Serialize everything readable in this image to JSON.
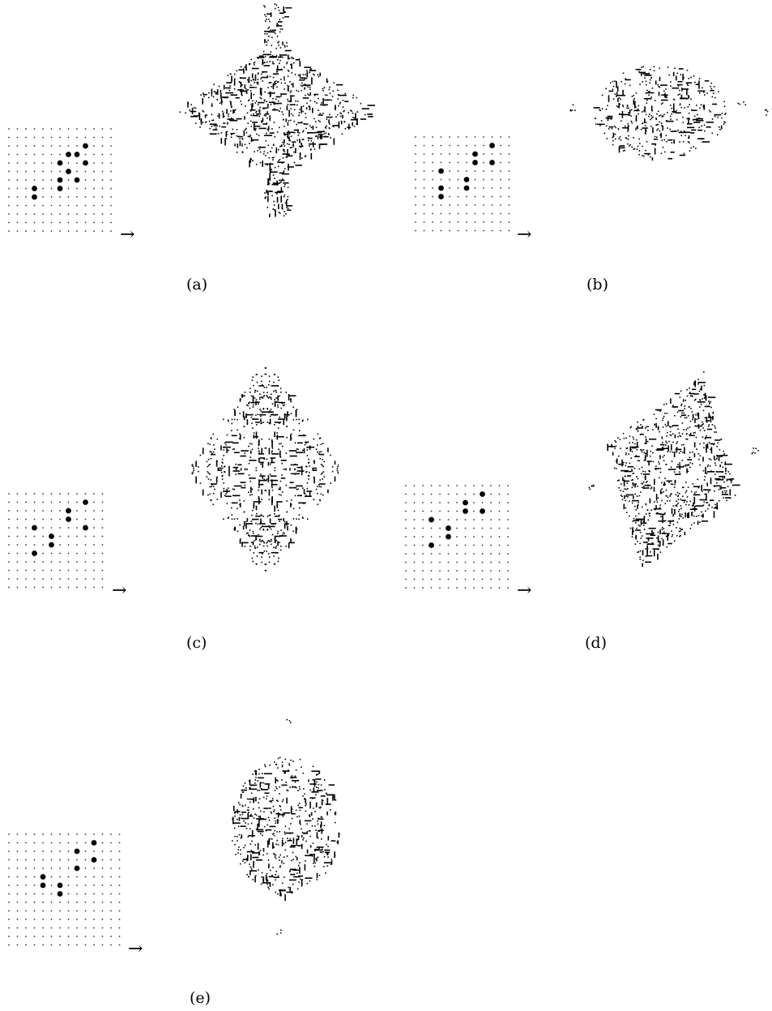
{
  "panels": [
    {
      "id": "a",
      "caption": "(a)",
      "arrow": "→",
      "seed": [
        [
          9,
          2
        ],
        [
          8,
          3
        ],
        [
          7,
          3
        ],
        [
          6,
          4
        ],
        [
          9,
          4
        ],
        [
          7,
          5
        ],
        [
          6,
          6
        ],
        [
          8,
          6
        ],
        [
          3,
          7
        ],
        [
          6,
          7
        ],
        [
          3,
          8
        ]
      ]
    },
    {
      "id": "b",
      "caption": "(b)",
      "arrow": "→",
      "seed": [
        [
          9,
          1
        ],
        [
          7,
          2
        ],
        [
          7,
          3
        ],
        [
          9,
          3
        ],
        [
          3,
          4
        ],
        [
          6,
          5
        ],
        [
          3,
          6
        ],
        [
          6,
          6
        ],
        [
          3,
          7
        ]
      ]
    },
    {
      "id": "c",
      "caption": "(c)",
      "arrow": "→",
      "seed": [
        [
          9,
          1
        ],
        [
          7,
          2
        ],
        [
          7,
          3
        ],
        [
          3,
          4
        ],
        [
          9,
          4
        ],
        [
          5,
          5
        ],
        [
          5,
          6
        ],
        [
          3,
          7
        ]
      ]
    },
    {
      "id": "d",
      "caption": "(d)",
      "arrow": "→",
      "seed": [
        [
          9,
          1
        ],
        [
          7,
          2
        ],
        [
          7,
          3
        ],
        [
          9,
          3
        ],
        [
          3,
          4
        ],
        [
          5,
          5
        ],
        [
          5,
          6
        ],
        [
          3,
          7
        ]
      ]
    },
    {
      "id": "e",
      "caption": "(e)",
      "arrow": "→",
      "seed": [
        [
          10,
          1
        ],
        [
          8,
          2
        ],
        [
          10,
          3
        ],
        [
          8,
          4
        ],
        [
          4,
          5
        ],
        [
          6,
          6
        ],
        [
          4,
          6
        ],
        [
          6,
          7
        ]
      ]
    }
  ]
}
